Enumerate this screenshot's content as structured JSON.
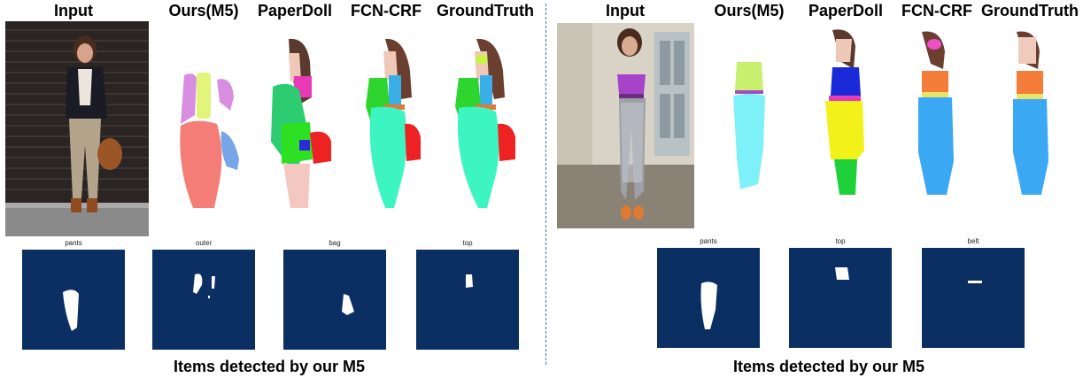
{
  "left": {
    "headers": [
      "Input",
      "Ours(M5)",
      "PaperDoll",
      "FCN-CRF",
      "GroundTruth"
    ],
    "masks": [
      "pants",
      "outer",
      "bag",
      "top"
    ],
    "caption": "Items detected by our M5"
  },
  "right": {
    "headers": [
      "Input",
      "Ours(M5)",
      "PaperDoll",
      "FCN-CRF",
      "GroundTruth"
    ],
    "masks": [
      "pants",
      "top",
      "belt"
    ],
    "caption": "Items detected by our M5"
  },
  "colors": {
    "mask_bg": "#0c2f63",
    "divider": "#3b6fb6"
  }
}
